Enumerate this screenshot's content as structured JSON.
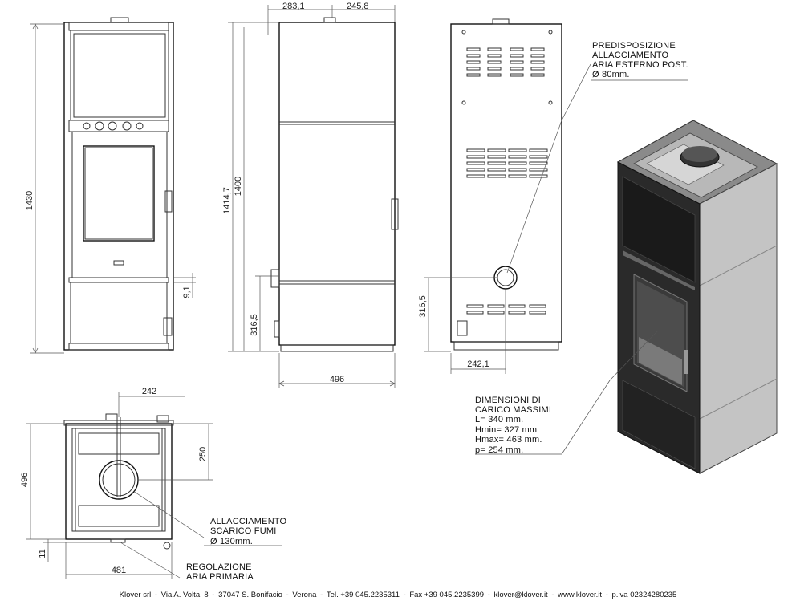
{
  "dimensions": {
    "front_height": "1430",
    "side_top_left": "283,1",
    "side_top_right": "245,8",
    "side_height_a": "1414,7",
    "side_height_b": "1400",
    "side_offset_a": "9,1",
    "side_lower_a": "316,5",
    "side_lower_b": "316,5",
    "side_width": "496",
    "back_center": "242,1",
    "top_center": "242",
    "top_vertical": "250",
    "top_depth": "496",
    "top_small": "11",
    "top_width": "481"
  },
  "notes": {
    "air_inlet": [
      "PREDISPOSIZIONE",
      "ALLACCIAMENTO",
      "ARIA ESTERNO POST.",
      "Ø 80mm."
    ],
    "load_dimensions": [
      "DIMENSIONI DI",
      "CARICO MASSIMI",
      "L= 340 mm.",
      "Hmin= 327 mm",
      "Hmax= 463 mm.",
      "p= 254 mm."
    ],
    "flue": [
      "ALLACCIAMENTO",
      "SCARICO FUMI",
      "Ø 130mm."
    ],
    "primary_air": [
      "REGOLAZIONE",
      "ARIA PRIMARIA"
    ]
  },
  "footer": {
    "company": "Klover srl",
    "address": "Via A. Volta, 8",
    "city": "37047 S. Bonifacio",
    "province": "Verona",
    "tel": "Tel. +39 045.2235311",
    "fax": "Fax +39 045.2235399",
    "email": "klover@klover.it",
    "web": "www.klover.it",
    "vat": "p.iva 02324280235"
  }
}
